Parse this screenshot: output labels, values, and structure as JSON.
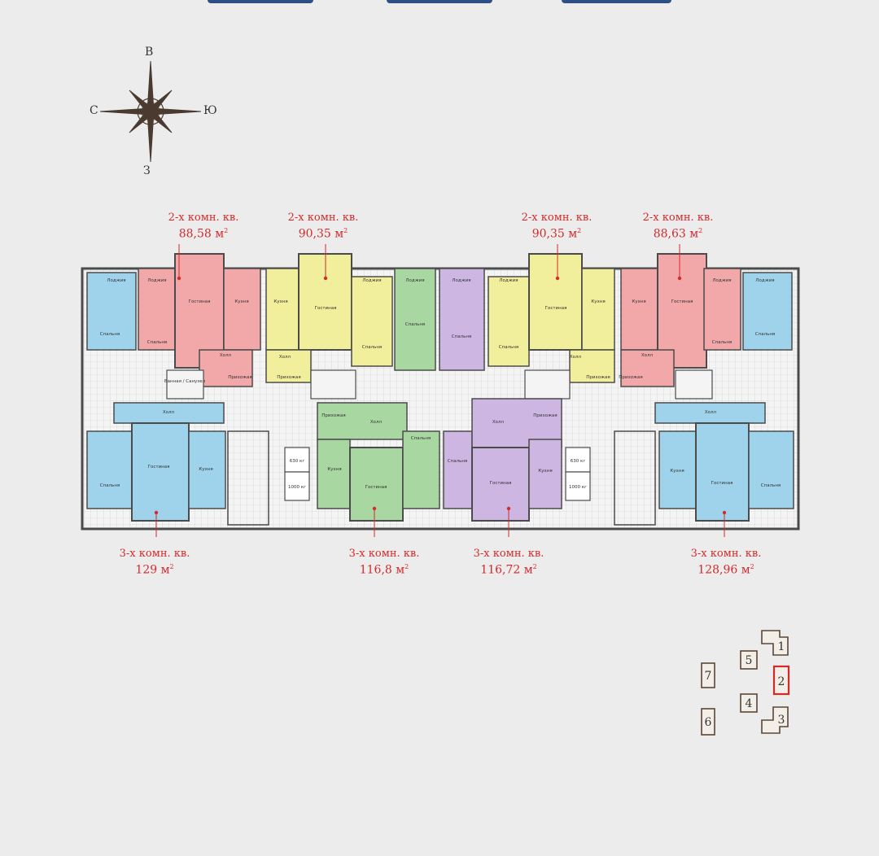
{
  "compass": {
    "north": "С",
    "east": "В",
    "south": "Ю",
    "west": "З"
  },
  "apartments_top": [
    {
      "type": "2-х комн. кв.",
      "area": "88,58 м"
    },
    {
      "type": "2-х комн. кв.",
      "area": "90,35 м"
    },
    {
      "type": "2-х комн. кв.",
      "area": "90,35 м"
    },
    {
      "type": "2-х комн. кв.",
      "area": "88,63 м"
    }
  ],
  "apartments_bottom": [
    {
      "type": "3-х комн. кв.",
      "area": "129 м"
    },
    {
      "type": "3-х комн. кв.",
      "area": "116,8 м"
    },
    {
      "type": "3-х комн. кв.",
      "area": "116,72 м"
    },
    {
      "type": "3-х комн. кв.",
      "area": "128,96 м"
    }
  ],
  "area_unit_sup": "2",
  "rooms": {
    "lodge": "Лоджия",
    "living": "Гостиная",
    "kitchen": "Кухня",
    "bedroom": "Спальня",
    "hall": "Холл",
    "entry": "Прихожая",
    "bath": "Ванная / Санузел"
  },
  "lift_labels": [
    "630 кг",
    "1000 кг"
  ],
  "buildings": [
    "1",
    "2",
    "3",
    "4",
    "5",
    "6",
    "7"
  ],
  "selected_building": "2",
  "colors": {
    "pink": "#f2a7a9",
    "yellow": "#f2ef9c",
    "green": "#a9d7a1",
    "purple": "#cdb6e2",
    "blue": "#9fd3ec",
    "wall": "#4b4b4b",
    "red": "#d42a2a",
    "navy": "#2c4f86"
  }
}
